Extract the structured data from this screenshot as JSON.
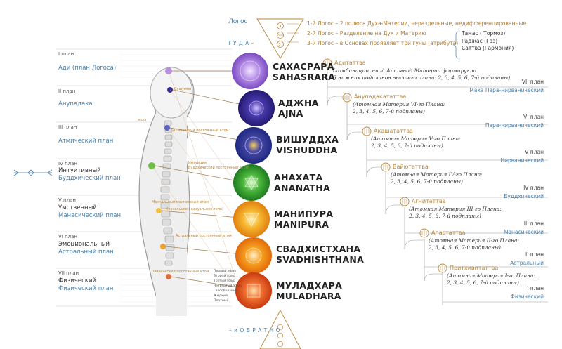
{
  "logos": {
    "title": "Логос",
    "there": "Т У Д А –",
    "back_prefix": "– и ",
    "back": "О Б Р А Т Н О",
    "lines": [
      "1-й Логос – 2 полюса Духа-Материи, нераздельные, недифференцированные",
      "2-й Логос – Разделение на Дух и Материю",
      "3-й Логос – в Основах проявляет три гуны (атрибута)"
    ],
    "gunas": [
      "Тамас ( Тормоз)",
      "Раджас (Газ)",
      "Саттва (Гармония)"
    ]
  },
  "planes": [
    {
      "num": "I план",
      "name": "Ади (план Логоса)",
      "name2": ""
    },
    {
      "num": "II план",
      "name": "Анупадака",
      "name2": ""
    },
    {
      "num": "III план",
      "name": "Атмический план",
      "name2": ""
    },
    {
      "num": "IV план",
      "name": "Интуитивный",
      "name2": "Буддхический план"
    },
    {
      "num": "V план",
      "name": "Умственный",
      "name2": "Манасический план"
    },
    {
      "num": "VI план",
      "name": "Эмоциональный",
      "name2": "Астральный план"
    },
    {
      "num": "VII план",
      "name": "Физический",
      "name2": "Физический план"
    }
  ],
  "chakras": [
    {
      "ru": "САХАСРАРА",
      "en": "SAHASRARA",
      "color": "#8a5cc9"
    },
    {
      "ru": "АДЖНА",
      "en": "AJNA",
      "color": "#3a2f9a"
    },
    {
      "ru": "ВИШУДДХА",
      "en": "VISHUDDHA",
      "color": "#2f3a9e"
    },
    {
      "ru": "АНАХАТА",
      "en": "ANANATHA",
      "color": "#3aa33a"
    },
    {
      "ru": "МАНИПУРА",
      "en": "MANIPURA",
      "color": "#f0a020"
    },
    {
      "ru": "СВАДХИСТХАНА",
      "en": "SVADHISHTHANA",
      "color": "#f08a10"
    },
    {
      "ru": "МУЛАДХАРА",
      "en": "MULADHARA",
      "color": "#e05020"
    }
  ],
  "body_labels": {
    "sushumna": "Сушумна",
    "will": "воля",
    "will_atom": "Атмический постоянный атом",
    "intuition": "Интуиция",
    "buddhi_atom": "Буддхический постоянный атом",
    "mental_atom": "Ментальный постоянный атом",
    "causal": "Каузальное ( казуальное тело)",
    "astral_atom": "Астральный постоянный атом",
    "physical_atom": "Физический постоянный атом",
    "ethers": [
      "Первый эфир",
      "Второй эфир",
      "Третий эфир",
      "Четвёртый эфир",
      "Газообразный",
      "Жидкий",
      "Плотный"
    ]
  },
  "tattvas": [
    {
      "name": "Адитаттва",
      "desc": [
        "(комбинации этой Атомной Материи формируют",
        "6 нижних подпланов высшего плана: 2, 3, 4, 5, 6, 7-й подпланы)"
      ],
      "plane_num": "VII план",
      "plane_name": "Маха Пара-нирванический"
    },
    {
      "name": "Анупадакататтва",
      "desc": [
        "(Атомная Материя VI-го Плана:",
        "2, 3, 4, 5, 6, 7-й подпланы)"
      ],
      "plane_num": "VI план",
      "plane_name": "Пара-нирванический"
    },
    {
      "name": "Акашататтва",
      "desc": [
        "(Атомная Материя V-го Плана:",
        "2, 3, 4, 5, 6, 7-й подпланы)"
      ],
      "plane_num": "V план",
      "plane_name": "Нирванический"
    },
    {
      "name": "Вайютаттва",
      "desc": [
        "(Атомная Материя IV-го Плана:",
        "2, 3, 4, 5, 6, 7-й подпланы)"
      ],
      "plane_num": "IV план",
      "plane_name": "Буддхический"
    },
    {
      "name": "Агнитаттва",
      "desc": [
        "(Атомная Материя III-го Плана:",
        "2, 3, 4, 5, 6, 7-й подпланы)"
      ],
      "plane_num": "III план",
      "plane_name": "Манасический"
    },
    {
      "name": "Апастаттва",
      "desc": [
        "(Атомная Материя II-го Плана:",
        "2, 3, 4, 5, 6, 7-й подпланы)"
      ],
      "plane_num": "II план",
      "plane_name": "Астральный"
    },
    {
      "name": "Притхивитаттва",
      "desc": [
        "(Атомная Материя I-го Плана:",
        "2, 3, 4, 5, 6, 7-й подпланы)"
      ],
      "plane_num": "I план",
      "plane_name": "Физический"
    }
  ]
}
